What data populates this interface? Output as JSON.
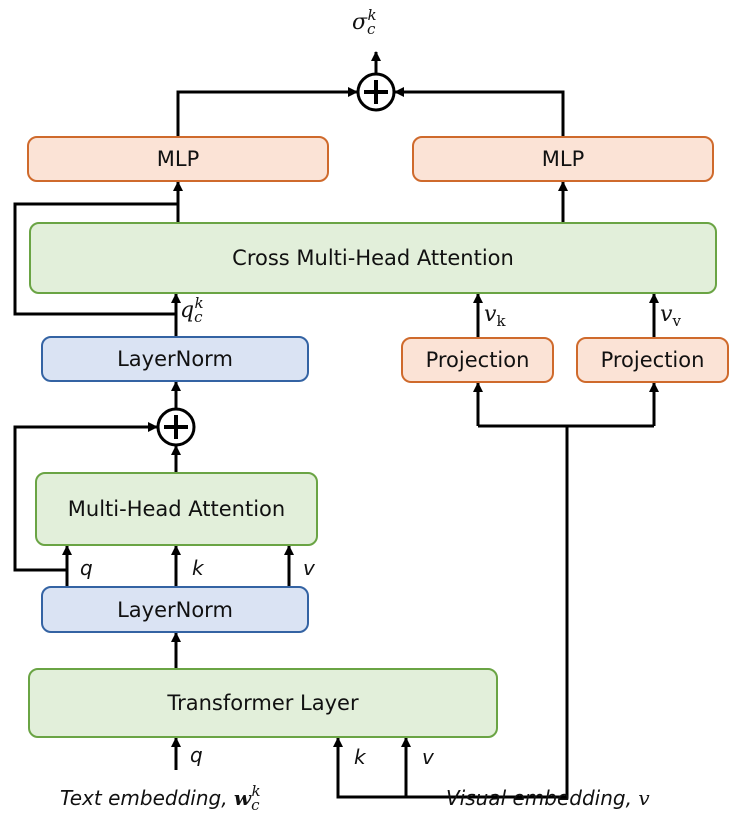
{
  "blocks": {
    "mlp_left": "MLP",
    "mlp_right": "MLP",
    "cross_attention": "Cross Multi-Head Attention",
    "layernorm_top": "LayerNorm",
    "projection_left": "Projection",
    "projection_right": "Projection",
    "multihead_attention": "Multi-Head Attention",
    "layernorm_bottom": "LayerNorm",
    "transformer_layer": "Transformer Layer"
  },
  "labels": {
    "sigma": "σ",
    "sigma_sub": "c",
    "sigma_sup": "k",
    "qc": "q",
    "qc_sub": "c",
    "qc_sup": "k",
    "vk": "v",
    "vk_sub": "k",
    "vv": "v",
    "vv_sub": "v",
    "q_attn": "q",
    "k_attn": "k",
    "v_attn": "v",
    "q_input": "q",
    "k_input": "k",
    "v_input": "v"
  },
  "captions": {
    "text_embedding": "Text embedding, ",
    "text_symbol": "w",
    "text_sub": "c",
    "text_sup": "k",
    "visual_embedding": "Visual embedding, ",
    "visual_symbol": "v"
  },
  "colors": {
    "green_fill": "#e2efda",
    "green_border": "#6aa444",
    "orange_fill": "#fbe3d6",
    "orange_border": "#cf6a2c",
    "blue_fill": "#dae3f3",
    "blue_border": "#3463a3",
    "line": "#000000"
  }
}
